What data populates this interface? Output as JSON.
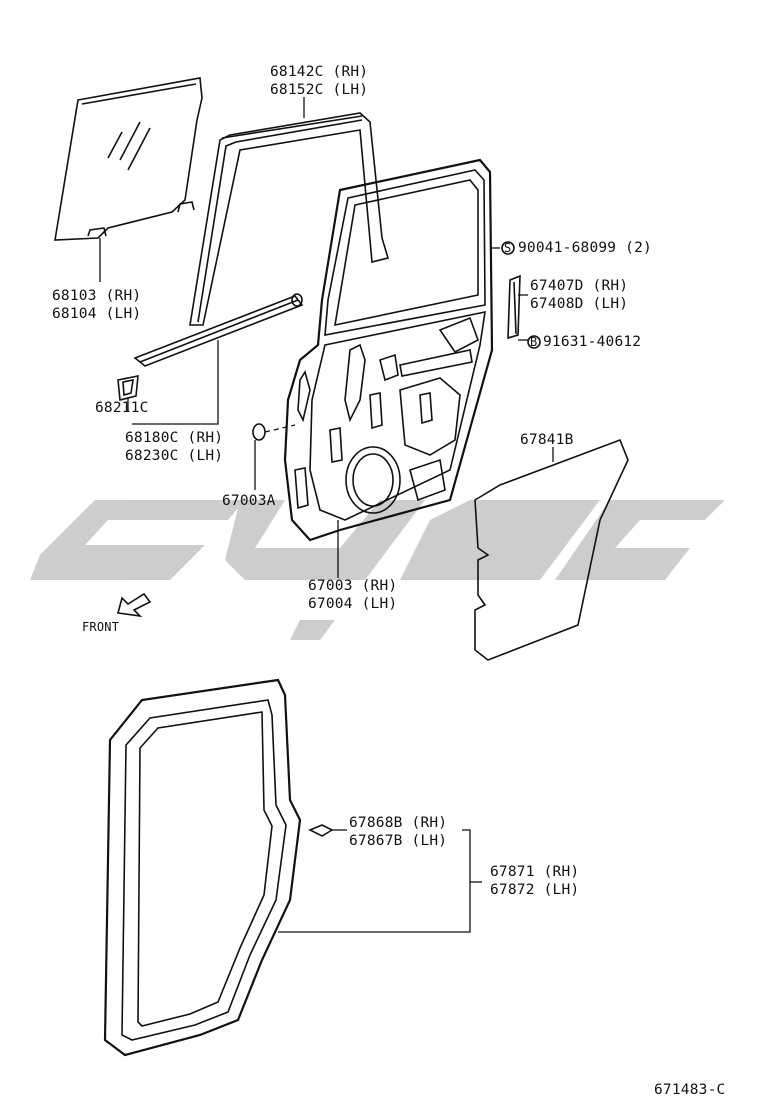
{
  "labels": {
    "l68142c": "68142C (RH)",
    "l68152c": "68152C (LH)",
    "l68103": "68103 (RH)",
    "l68104": "68104 (LH)",
    "l90041": "90041-68099 (2)",
    "l67407d": "67407D (RH)",
    "l67408d": "67408D (LH)",
    "l91631": "91631-40612",
    "l68211c": "68211C",
    "l68180c": "68180C (RH)",
    "l68230c": "68230C (LH)",
    "l67841b": "67841B",
    "l67003a": "67003A",
    "l67003": "67003 (RH)",
    "l67004": "67004 (LH)",
    "front": "FRONT",
    "l67868b": "67868B (RH)",
    "l67867b": "67867B (LH)",
    "l67871": "67871 (RH)",
    "l67872": "67872 (LH)",
    "ref": "671483-C"
  },
  "badges": {
    "s": "S",
    "b": "B"
  },
  "colors": {
    "ink": "#111111",
    "watermark": "#bdbdbd"
  },
  "icons": [
    "front-arrow-icon",
    "screw-icon",
    "bolt-icon"
  ]
}
